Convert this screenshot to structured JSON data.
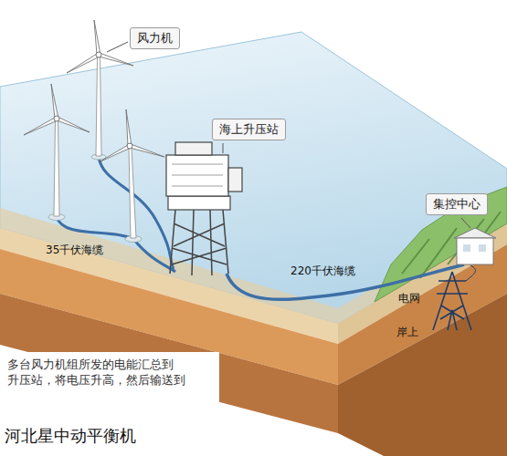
{
  "diagram": {
    "nodes": [
      {
        "text": [
          "风力机"
        ]
      },
      {
        "text": [
          "海上升压站"
        ]
      },
      {
        "text": [
          "集控中心"
        ]
      }
    ],
    "labels": [
      "35千伏海缆",
      "220千伏海缆",
      "电网",
      "岸上",
      "多台风力机组所发的电能汇总到 升压站，将电压升高，然后输送到",
      "河北星中动平衡机"
    ]
  }
}
